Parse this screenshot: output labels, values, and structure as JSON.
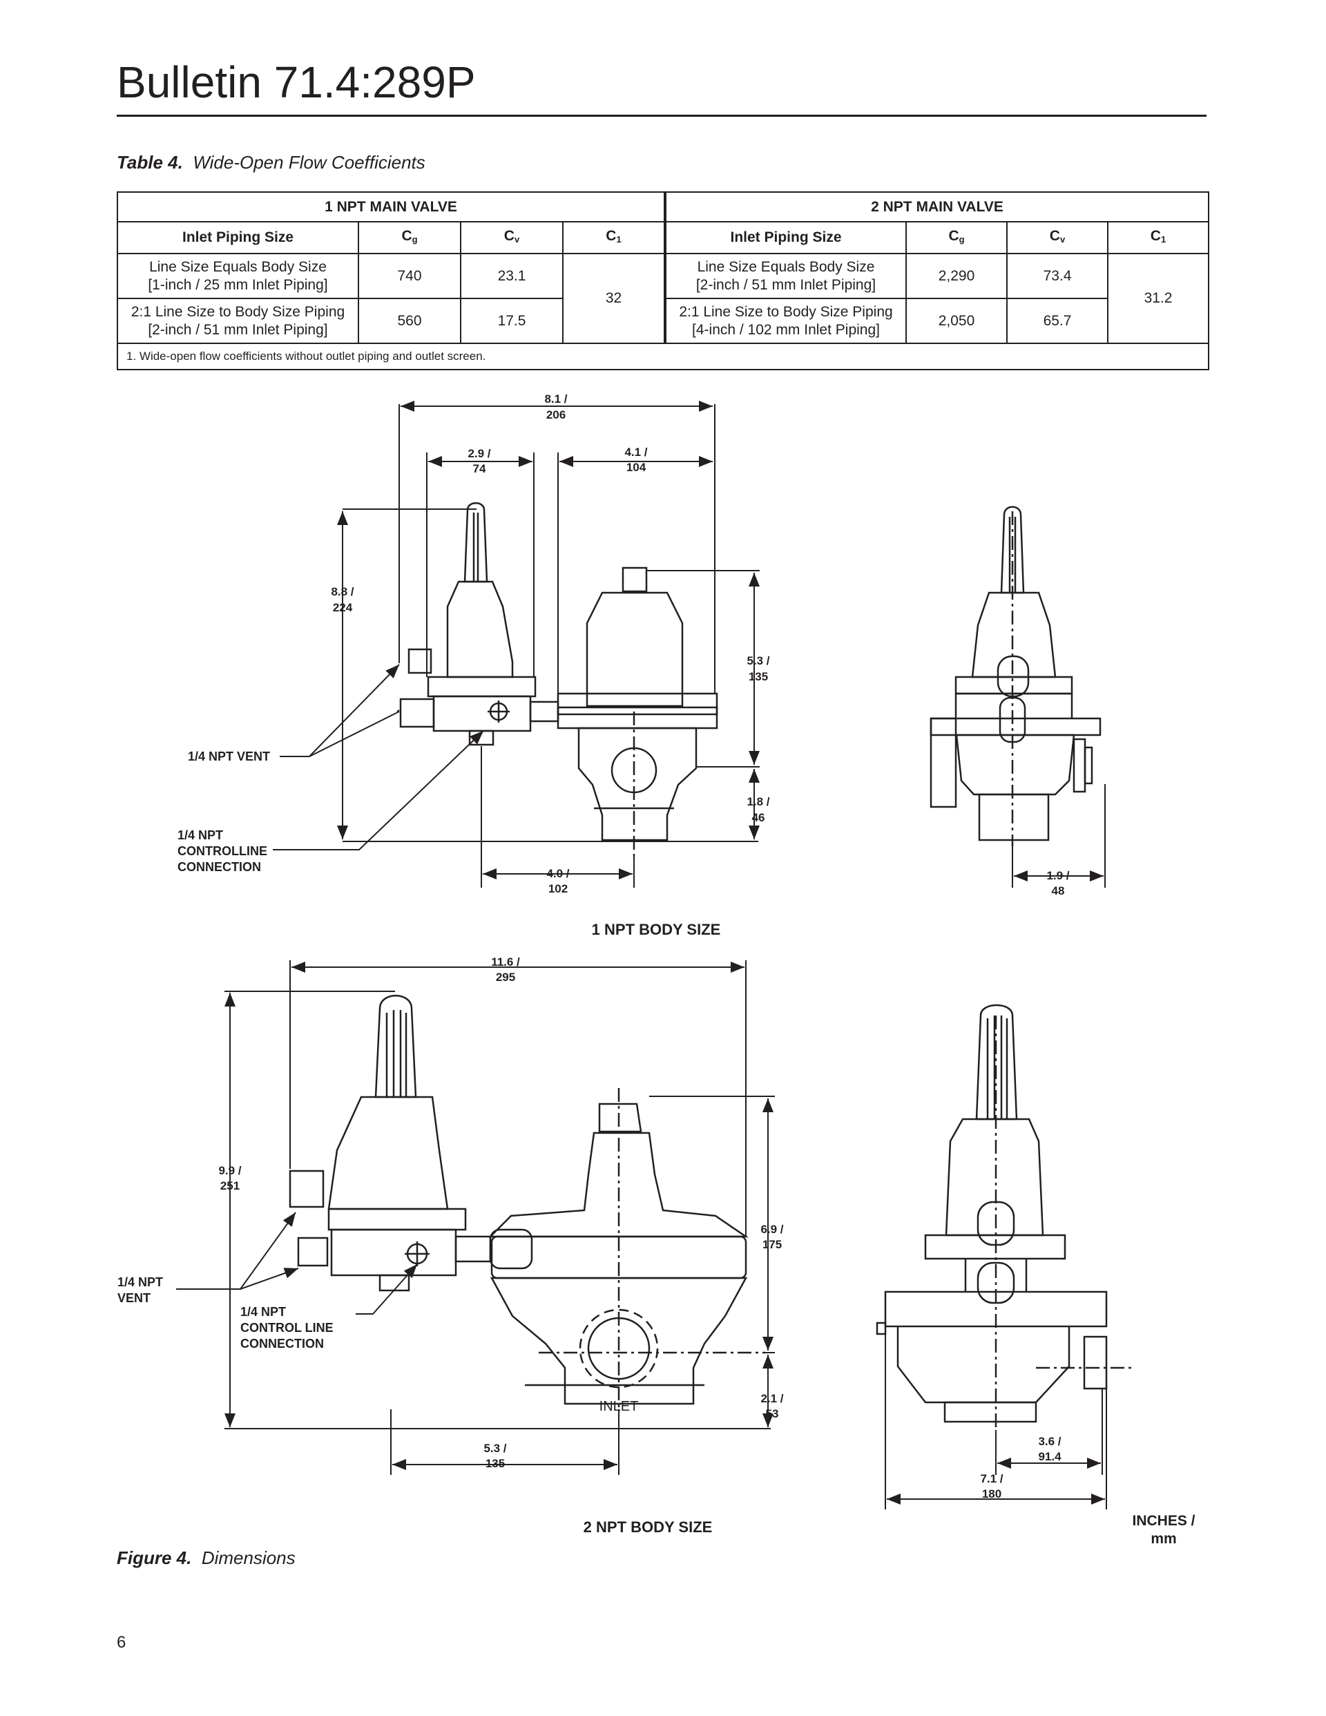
{
  "header": {
    "title": "Bulletin 71.4:289P"
  },
  "table": {
    "caption_num": "Table 4.",
    "caption_text": "Wide-Open Flow Coefficients",
    "group_1": "1 NPT MAIN VALVE",
    "group_2": "2 NPT MAIN VALVE",
    "col_inlet": "Inlet Piping Size",
    "col_cg": "C",
    "col_cg_sub": "g",
    "col_cv": "C",
    "col_cv_sub": "v",
    "col_c1": "C",
    "col_c1_sub": "1",
    "left": {
      "row1_size_line1": "Line Size Equals Body Size",
      "row1_size_line2": "[1-inch / 25 mm Inlet Piping]",
      "row1_cg": "740",
      "row1_cv": "23.1",
      "row2_size_line1": "2:1 Line Size to Body Size Piping",
      "row2_size_line2": "[2-inch / 51 mm Inlet Piping]",
      "row2_cg": "560",
      "row2_cv": "17.5",
      "c1": "32"
    },
    "right": {
      "row1_size_line1": "Line Size Equals Body Size",
      "row1_size_line2": "[2-inch / 51 mm Inlet Piping]",
      "row1_cg": "2,290",
      "row1_cv": "73.4",
      "row2_size_line1": "2:1 Line Size to Body Size Piping",
      "row2_size_line2": "[4-inch / 102 mm Inlet Piping]",
      "row2_cg": "2,050",
      "row2_cv": "65.7",
      "c1": "31.2"
    },
    "footnote": "1.  Wide-open flow coefficients without outlet piping and outlet screen."
  },
  "figure": {
    "caption_num": "Figure 4.",
    "caption_text": "Dimensions",
    "body1_title": "1 NPT BODY SIZE",
    "body2_title": "2 NPT BODY SIZE",
    "units_line1": "INCHES /",
    "units_line2": "mm",
    "inlet_label": "INLET",
    "d1": {
      "width_in": "8.1 /",
      "width_mm": "206",
      "a_in": "2.9 /",
      "a_mm": "74",
      "b_in": "4.1 /",
      "b_mm": "104",
      "height_in": "8.8 /",
      "height_mm": "224",
      "top_in": "5.3 /",
      "top_mm": "135",
      "bot_in": "1.8 /",
      "bot_mm": "46",
      "base_in": "4.0 /",
      "base_mm": "102",
      "side_in": "1.9 /",
      "side_mm": "48",
      "vent": "1/4 NPT VENT",
      "ctrl_1": "1/4 NPT",
      "ctrl_2": "CONTROLLINE",
      "ctrl_3": "CONNECTION"
    },
    "d2": {
      "width_in": "11.6 /",
      "width_mm": "295",
      "height_in": "9.9 /",
      "height_mm": "251",
      "top_in": "6.9 /",
      "top_mm": "175",
      "bot_in": "2.1 /",
      "bot_mm": "53",
      "base_in": "5.3 /",
      "base_mm": "135",
      "side_a_in": "3.6 /",
      "side_a_mm": "91.4",
      "side_b_in": "7.1 /",
      "side_b_mm": "180",
      "vent_1": "1/4 NPT",
      "vent_2": "VENT",
      "ctrl_1": "1/4 NPT",
      "ctrl_2": "CONTROL LINE",
      "ctrl_3": "CONNECTION"
    }
  },
  "footer": {
    "page_number": "6"
  }
}
